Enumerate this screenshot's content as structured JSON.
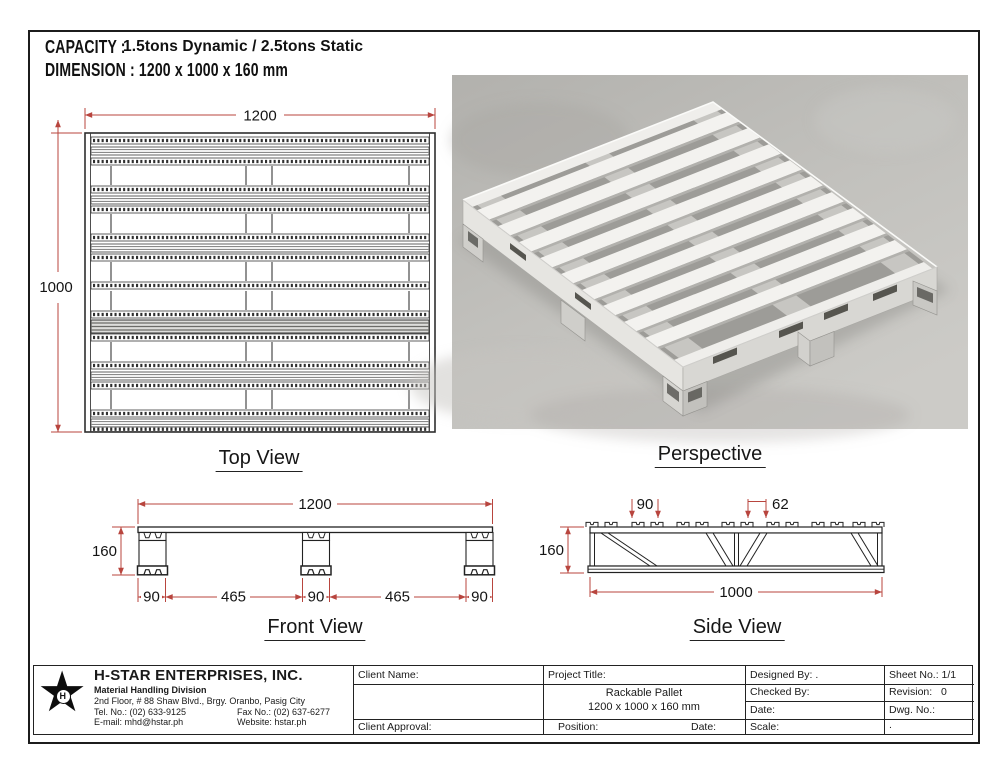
{
  "sheet": {
    "header": {
      "capacity_label": "CAPACITY :",
      "capacity_value": "1.5tons Dynamic / 2.5tons Static",
      "dimension_label": "DIMENSION :",
      "dimension_value": "1200 x 1000 x 160 mm"
    },
    "views": {
      "top": {
        "label": "Top View",
        "dim_width": "1200",
        "dim_height": "1000"
      },
      "perspective": {
        "label": "Perspective"
      },
      "front": {
        "label": "Front View",
        "dim_width": "1200",
        "dim_height": "160",
        "dim_segments": [
          "90",
          "465",
          "90",
          "465",
          "90"
        ]
      },
      "side": {
        "label": "Side View",
        "dim_height": "160",
        "dim_width": "1000",
        "dim_pitch": "90",
        "dim_gap": "62"
      }
    },
    "title_block": {
      "company": {
        "logo_letter": "H",
        "name": "H-STAR ENTERPRISES, INC.",
        "division": "Material Handling Division",
        "address": "2nd Floor, # 88 Shaw Blvd., Brgy. Oranbo, Pasig City",
        "tel": "Tel. No.: (02) 633-9125",
        "fax": "Fax No.: (02) 637-6277",
        "email": "E-mail: mhd@hstar.ph",
        "website": "Website: hstar.ph"
      },
      "client_name_label": "Client Name:",
      "client_approval_label": "Client Approval:",
      "project_title_label": "Project Title:",
      "project_name": "Rackable Pallet",
      "project_size": "1200 x 1000 x 160 mm",
      "position_label": "Position:",
      "position_date_label": "Date:",
      "designed_by_label": "Designed By:",
      "designed_by_value": ".",
      "checked_by_label": "Checked By:",
      "date_label": "Date:",
      "scale_label": "Scale:",
      "sheet_no_label": "Sheet No.:",
      "sheet_no_value": "1/1",
      "revision_label": "Revision:",
      "revision_value": "0",
      "dwg_no_label": "Dwg. No.:",
      "dwg_no_value": "."
    },
    "colors": {
      "dim_line": "#b8453e",
      "drawing_line": "#2e2e2e"
    }
  }
}
